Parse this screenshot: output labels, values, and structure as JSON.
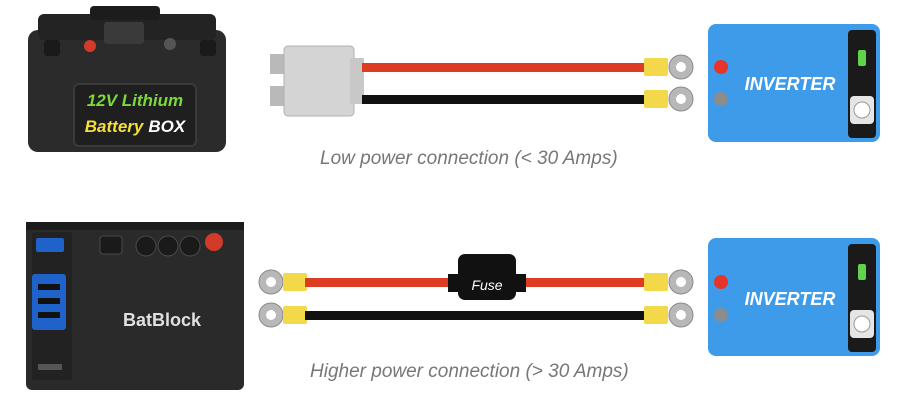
{
  "low_power": {
    "battery_label_line1": "12V Lithium",
    "battery_label_line2_word1": "Battery",
    "battery_label_line2_word2": "BOX",
    "inverter_label": "INVERTER",
    "caption": "Low power connection (< 30 Amps)"
  },
  "high_power": {
    "battery_label": "BatBlock",
    "fuse_label": "Fuse",
    "inverter_label": "INVERTER",
    "caption": "Higher power connection (> 30 Amps)"
  },
  "colors": {
    "positive_wire": "#dd3b22",
    "negative_wire": "#111111",
    "terminal_lug": "#f3d84a",
    "inverter_body": "#3d9be9",
    "battery_box": "#2b2b2b",
    "battery_accent_green": "#7dd83a",
    "battery_accent_yellow": "#f5df3a",
    "batblock_accent": "#1f62c9",
    "caption_text": "#777777"
  }
}
